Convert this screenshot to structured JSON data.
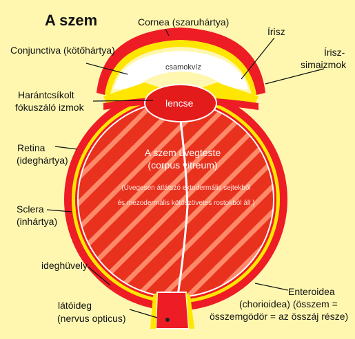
{
  "diagram": {
    "title": "A szem",
    "labels": {
      "cornea": "Cornea (szaruhártya)",
      "conjunctiva": "Conjunctiva (kötőhártya)",
      "iris": "Írisz",
      "iris_muscles_1": "Írisz-",
      "iris_muscles_2": "simaizmok",
      "ciliary_1": "Harántcsíkolt",
      "ciliary_2": "fókuszáló izmok",
      "retina_1": "Retina",
      "retina_2": "(ideghártya)",
      "sclera_1": "Sclera",
      "sclera_2": "(inhártya)",
      "optic_sheath": "ideghüvely",
      "optic_nerve_1": "látóideg",
      "optic_nerve_2": "(nervus opticus)",
      "choroid_1": "Enteroidea",
      "choroid_2": "(chorioidea) (összem =",
      "choroid_3": "összemgödör = az összáj része)"
    },
    "inner": {
      "aqueous": "csamokvíz",
      "lens": "lencse",
      "vitreous_1": "A szem üvegteste",
      "vitreous_2": "(corpus vitreum)",
      "note_1": "(Üvegesen átlátszó ektodermális sejtekből",
      "note_2": "és mezodermális kötőszövetes rostokból áll )"
    },
    "colors": {
      "background": "#fff7b0",
      "sclera": "#ee1c25",
      "choroid": "#ffe600",
      "vitreous": "#e8321e",
      "stripe": "#ff8a6a",
      "aqueous": "#ffffff",
      "lens": "#e41b1b"
    }
  }
}
